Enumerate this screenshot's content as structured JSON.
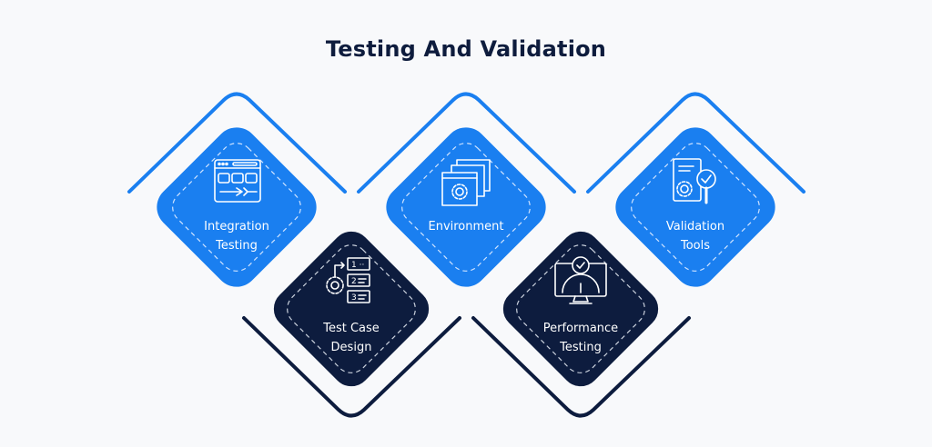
{
  "title": "Testing And Validation",
  "colors": {
    "blue": "#1a7ff0",
    "navy": "#0d1c3e",
    "background": "#f8f9fb"
  },
  "items": [
    {
      "label_line1": "Integration",
      "label_line2": "Testing",
      "icon": "browser-flow-icon",
      "color": "blue"
    },
    {
      "label_line1": "Test Case",
      "label_line2": "Design",
      "icon": "gear-numbered-list-icon",
      "color": "navy"
    },
    {
      "label_line1": "Environment",
      "label_line2": "",
      "icon": "stacked-windows-gear-icon",
      "color": "blue"
    },
    {
      "label_line1": "Performance",
      "label_line2": "Testing",
      "icon": "monitor-gauge-icon",
      "color": "navy"
    },
    {
      "label_line1": "Validation",
      "label_line2": "Tools",
      "icon": "document-magnifier-icon",
      "color": "blue"
    }
  ]
}
